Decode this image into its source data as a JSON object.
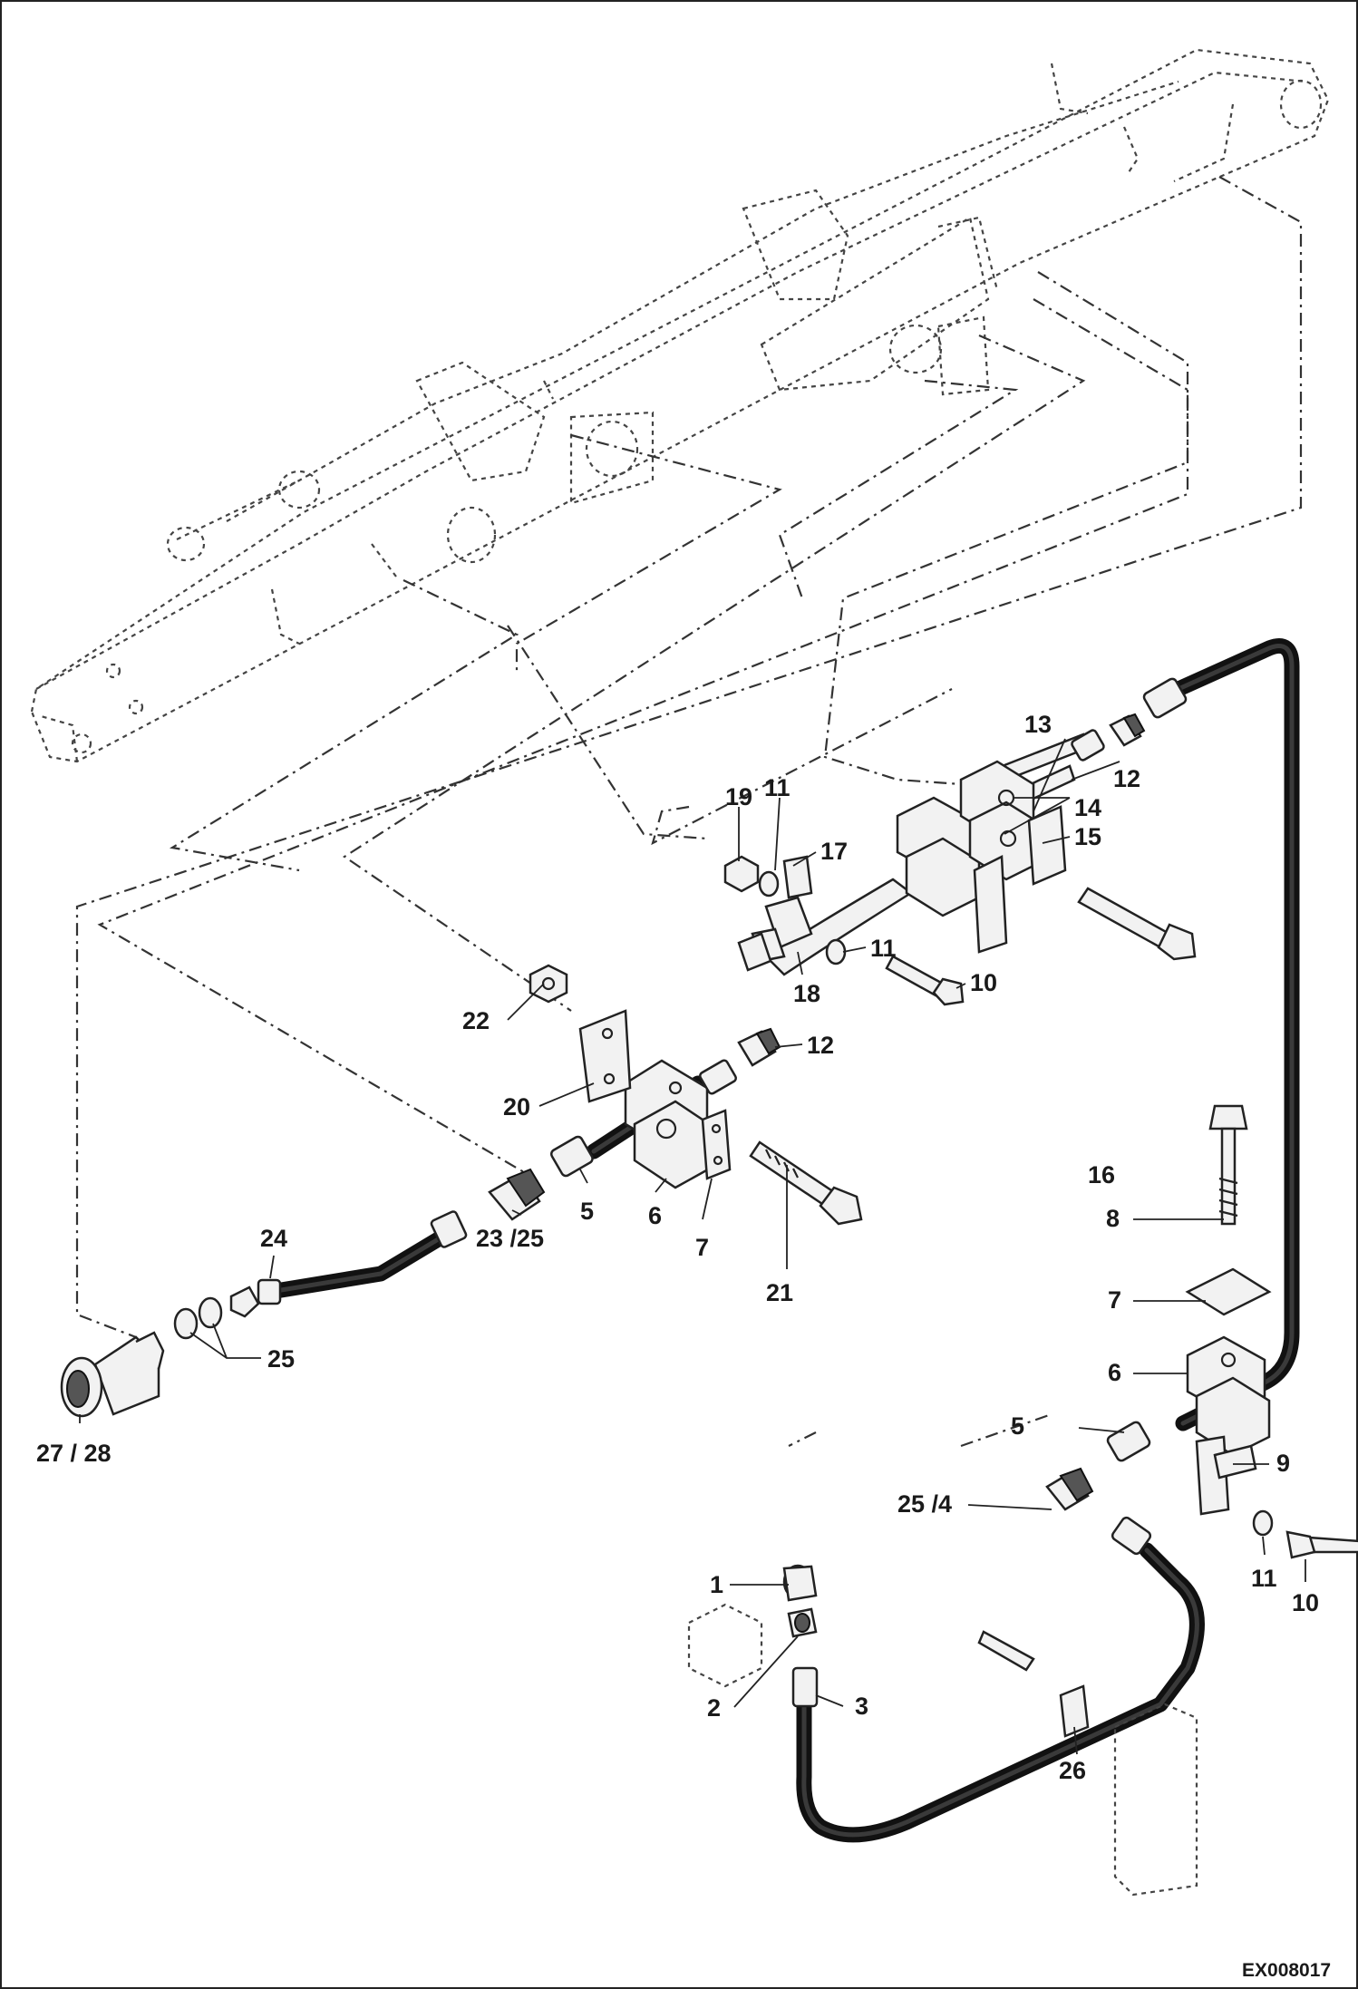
{
  "drawing_code": "EX008017",
  "callouts": {
    "c1": "1",
    "c2": "2",
    "c3": "3",
    "c5a": "5",
    "c5b": "5",
    "c6a": "6",
    "c6b": "6",
    "c7a": "7",
    "c7b": "7",
    "c8": "8",
    "c9": "9",
    "c10a": "10",
    "c10b": "10",
    "c11a": "11",
    "c11b": "11",
    "c11c": "11",
    "c12a": "12",
    "c12b": "12",
    "c13": "13",
    "c14": "14",
    "c15": "15",
    "c16": "16",
    "c17": "17",
    "c18": "18",
    "c19": "19",
    "c20": "20",
    "c21": "21",
    "c22": "22",
    "c23": "23 /25",
    "c24": "24",
    "c25": "25",
    "c25_4": "25 /4",
    "c26": "26",
    "c27": "27 / 28"
  }
}
